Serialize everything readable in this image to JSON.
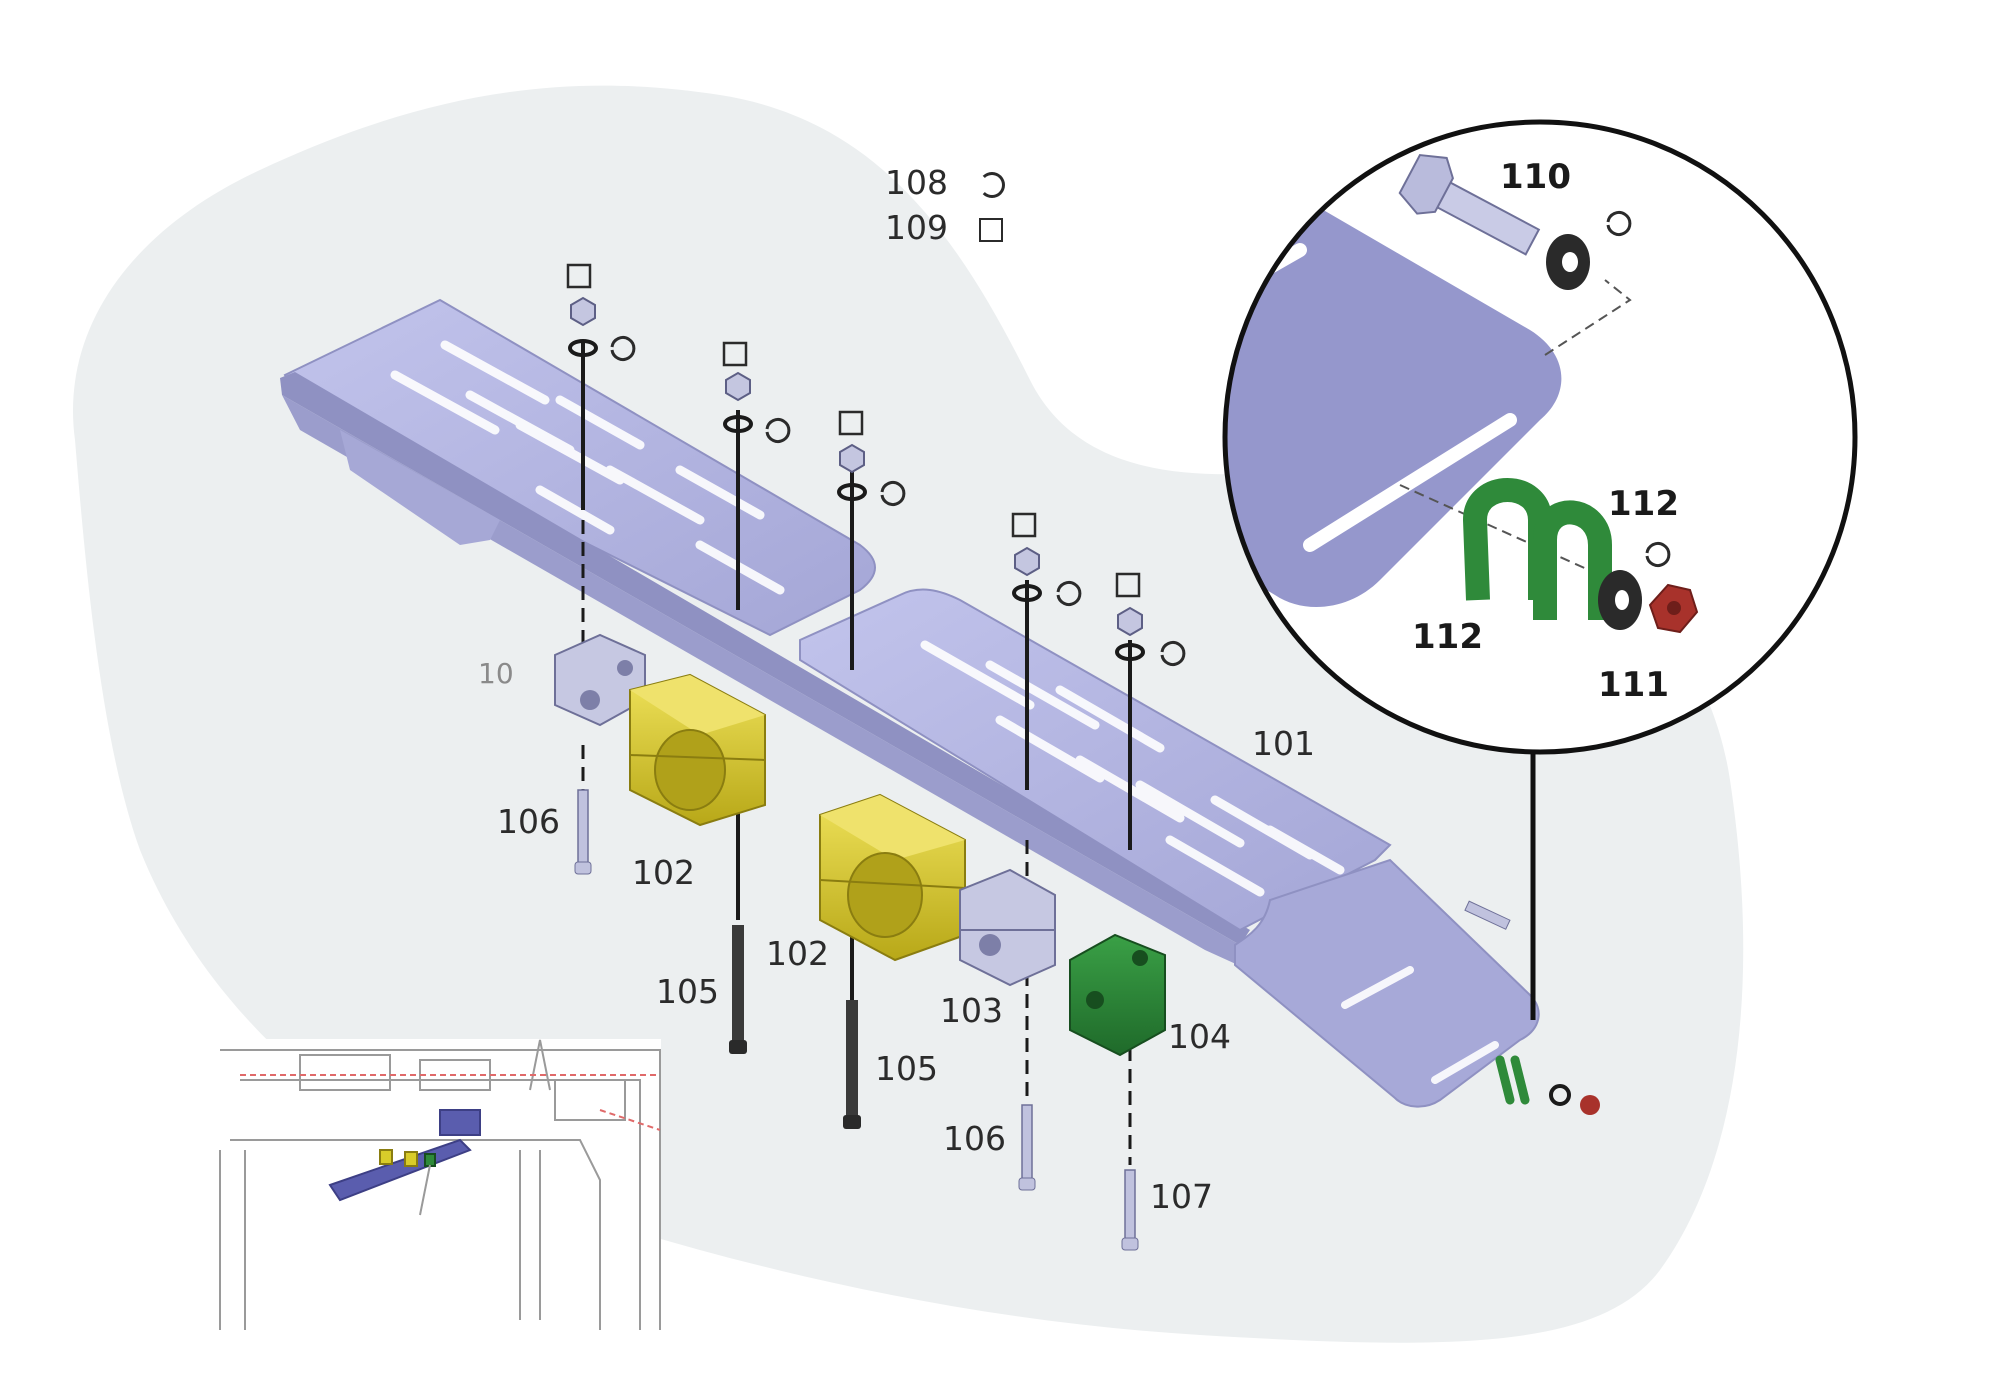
{
  "legend": [
    {
      "number": "108",
      "symbol": "round"
    },
    {
      "number": "109",
      "symbol": "square"
    }
  ],
  "callouts": {
    "c101": "101",
    "c102a": "102",
    "c102b": "102",
    "c103": "103",
    "c104": "104",
    "c105a": "105",
    "c105b": "105",
    "c106a": "106",
    "c106b": "106",
    "c107": "107",
    "c10x": "10",
    "c110": "110",
    "c111": "111",
    "c112a": "112",
    "c112b": "112"
  },
  "colors": {
    "background_blob": "#eceff0",
    "plate": "#b4b6e4",
    "plate_edge": "#8f91c2",
    "clamp_yellow": "#d9cc2a",
    "clamp_grey": "#c6c8e2",
    "clamp_green": "#2f8a3a",
    "nut_red": "#a8322b",
    "fastener": "#2a2a2a"
  }
}
